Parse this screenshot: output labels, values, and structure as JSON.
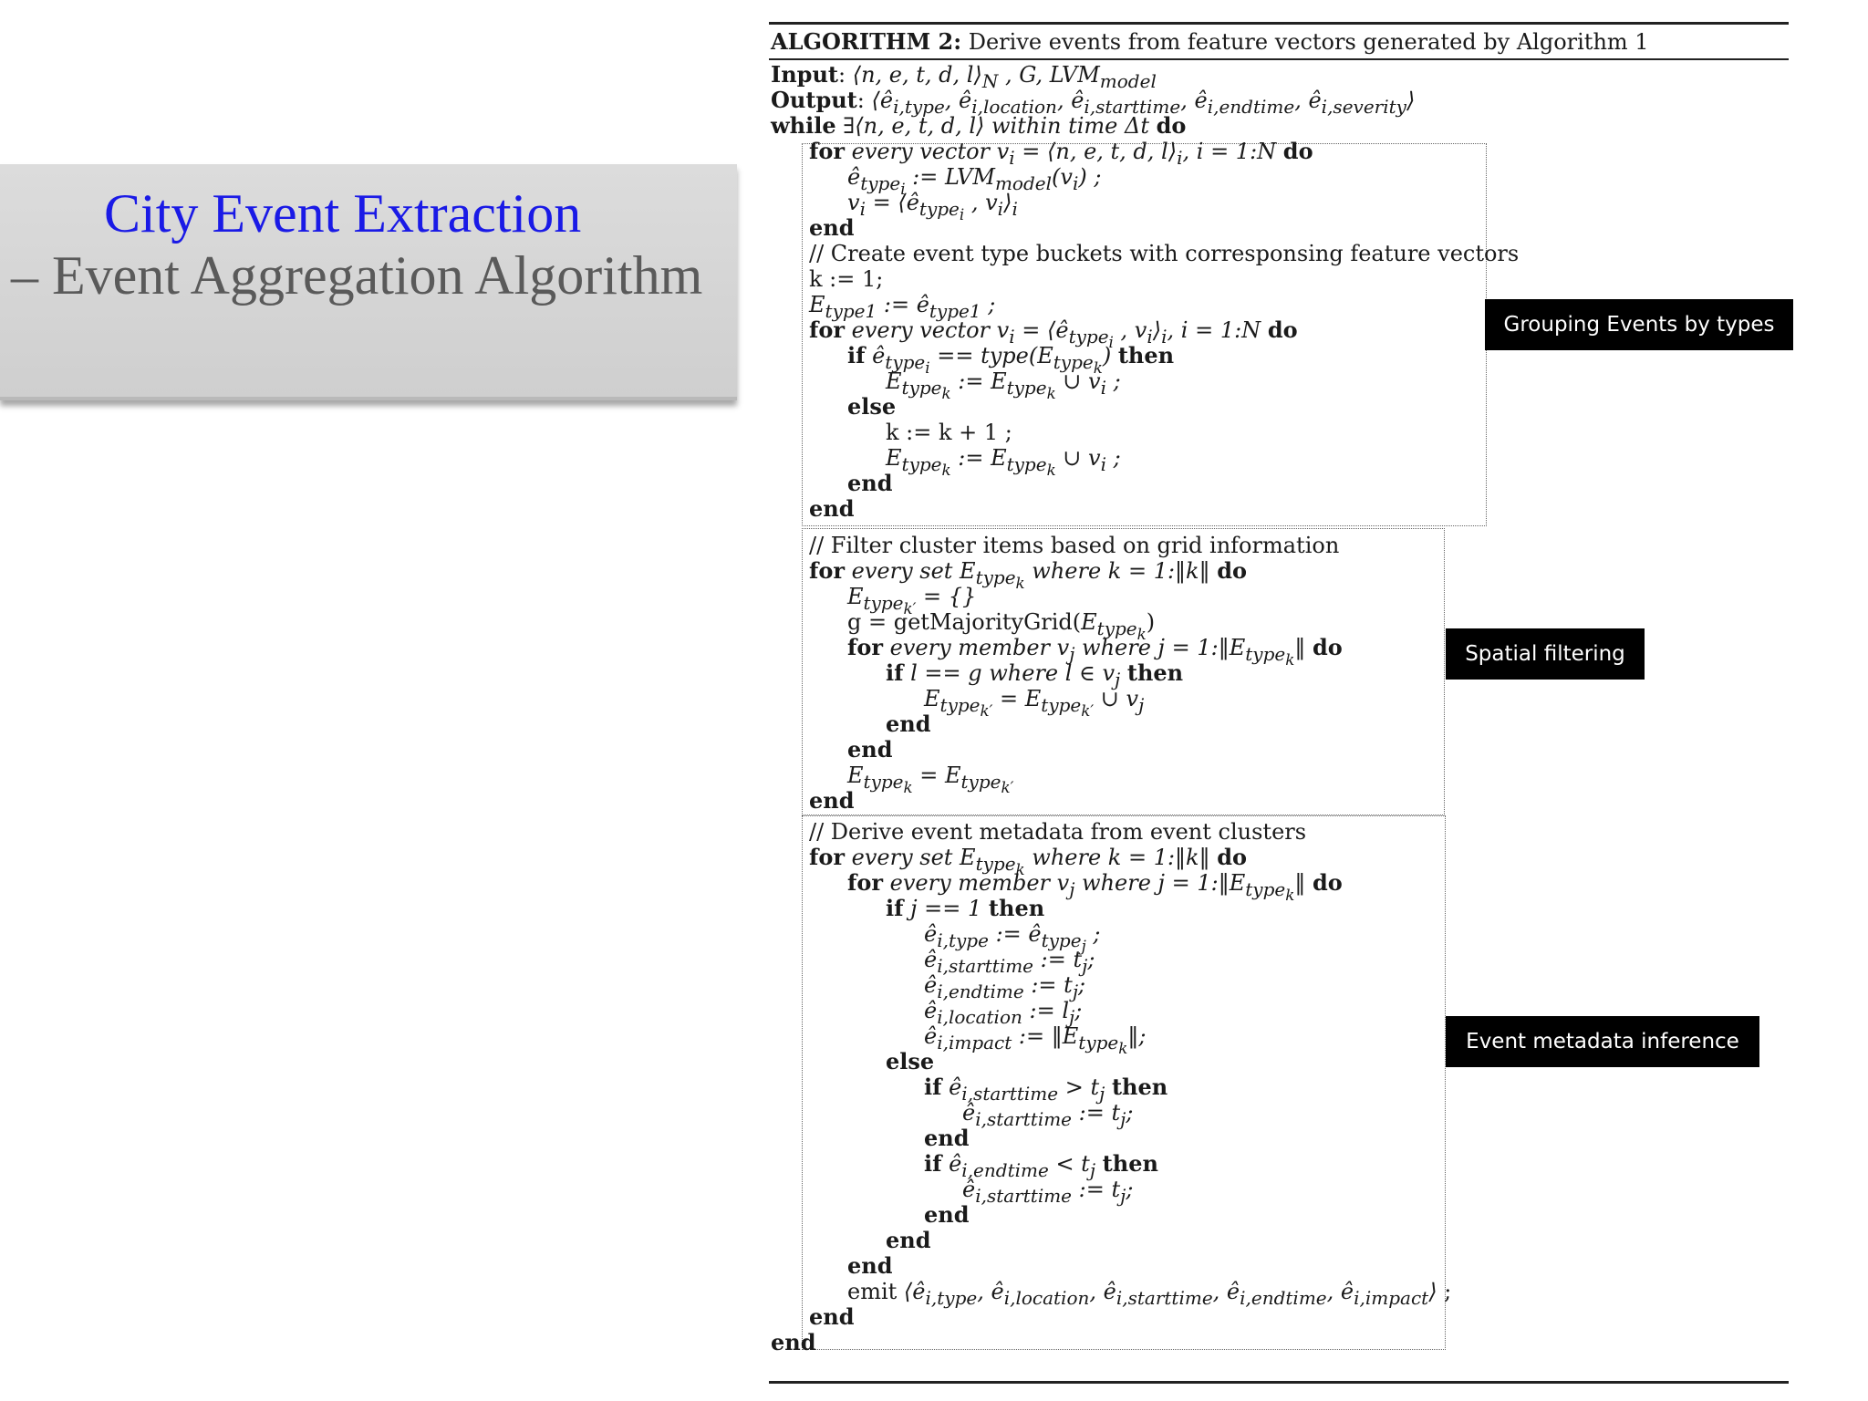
{
  "slide": {
    "title_line1": "City Event Extraction",
    "title_line2": "– Event Aggregation Algorithm"
  },
  "algorithm": {
    "caption_bold": "ALGORITHM 2:",
    "caption_rest": " Derive events from feature vectors generated by Algorithm 1",
    "lines": [
      "Input: ⟨n, e, t, d, l⟩N , G, LVMmodel",
      "Output: ⟨êi,type, êi,location, êi,starttime, êi,endtime, êi,severity⟩",
      "while ∃⟨n, e, t, d, l⟩ within time Δt do",
      "for every vector vi = ⟨n, e, t, d, l⟩i, i = 1:N do",
      "êtypei := LVMmodel(vi) ;",
      "vi = ⟨êtypei , vi⟩i",
      "end",
      "// Create event type buckets with corresponsing feature vectors",
      "k := 1;",
      "Etype1 := êtype1 ;",
      "for every vector vi = ⟨êtypei , vi⟩i, i = 1:N do",
      "if êtypei == type(Etypek) then",
      "Etypek := Etypek ∪ vi ;",
      "else",
      "k := k + 1 ;",
      "Etypek := Etypek ∪ vi ;",
      "end",
      "end",
      "// Filter cluster items based on grid information",
      "for every set Etypek where k = 1:‖k‖ do",
      "Etypek′ = {}",
      "g = getMajorityGrid(Etypek)",
      "for every member vj where j = 1:‖Etypek‖ do",
      "if l == g where l ∈ vj then",
      "Etypek′ = Etypek′ ∪ vj",
      "end",
      "end",
      "Etypek = Etypek′",
      "end",
      "// Derive event metadata from event clusters",
      "for every set Etypek where k = 1:‖k‖ do",
      "for every member vj where j = 1:‖Etypek‖ do",
      "if j == 1 then",
      "êi,type := êtypej ;",
      "êi,starttime := tj;",
      "êi,endtime := tj;",
      "êi,location := lj;",
      "êi,impact := ‖Etypek‖;",
      "else",
      "if êi,starttime > tj then",
      "êi,starttime := tj;",
      "end",
      "if êi,endtime < tj then",
      "êi,starttime := tj;",
      "end",
      "end",
      "end",
      "emit ⟨êi,type, êi,location, êi,starttime, êi,endtime, êi,impact⟩ ;",
      "end",
      "end"
    ]
  },
  "callouts": {
    "grouping": "Grouping Events by types",
    "spatial": "Spatial filtering",
    "metadata": "Event metadata inference"
  }
}
